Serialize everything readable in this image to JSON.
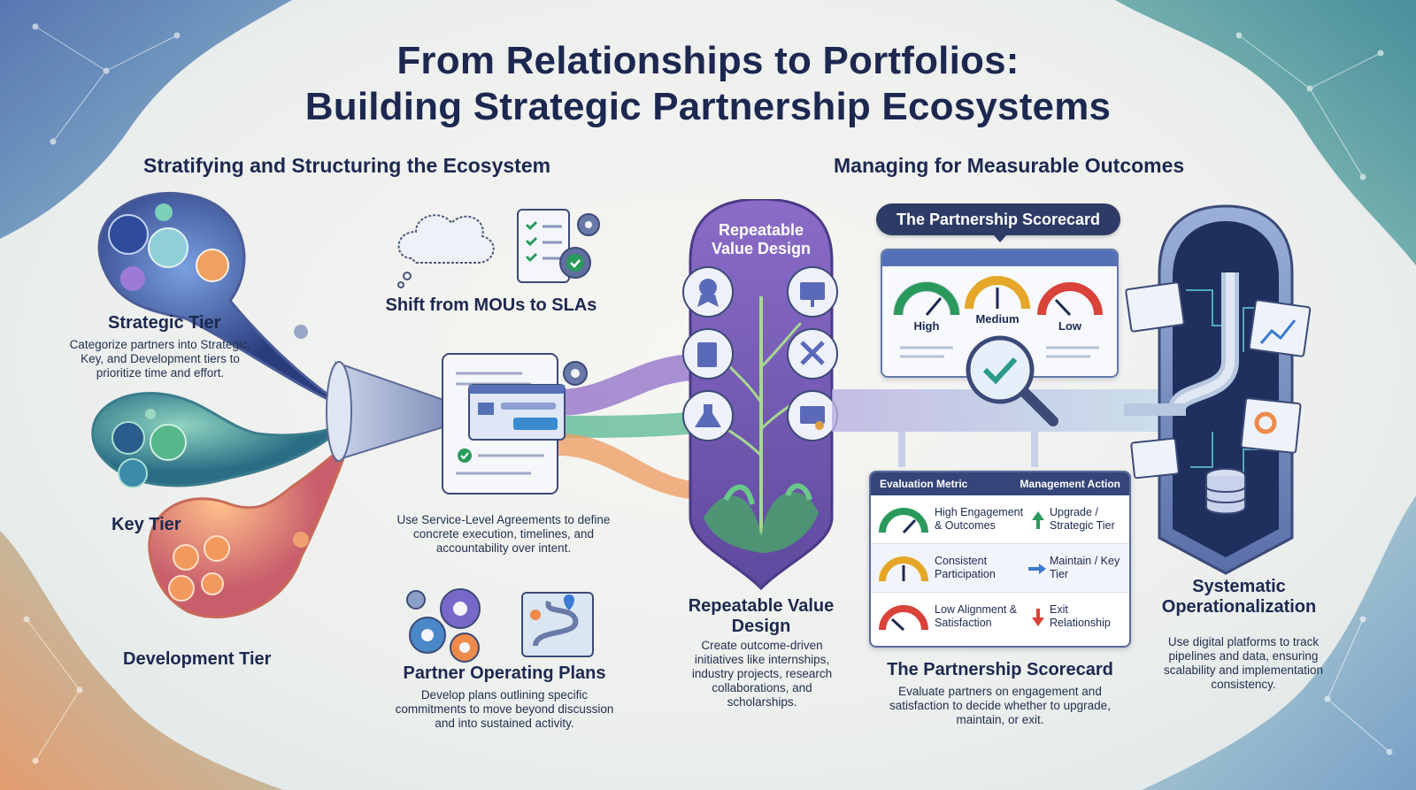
{
  "title": {
    "line1": "From Relationships to Portfolios:",
    "line2": "Building Strategic Partnership Ecosystems"
  },
  "left_section": {
    "heading": "Stratifying and Structuring the Ecosystem",
    "strategic_tier": {
      "label": "Strategic Tier",
      "description": "Categorize partners into Strategic, Key, and Development tiers to prioritize time and effort."
    },
    "key_tier": {
      "label": "Key Tier"
    },
    "development_tier": {
      "label": "Development Tier"
    },
    "mous_to_slas": {
      "label": "Shift from MOUs to SLAs",
      "description": "Use Service-Level Agreements to define concrete execution, timelines, and accountability over intent."
    },
    "operating_plans": {
      "label": "Partner Operating Plans",
      "description": "Develop plans outlining specific commitments to move beyond discussion and into sustained activity."
    }
  },
  "center": {
    "pill_title": "Repeatable Value Design",
    "label": "Repeatable Value Design",
    "description": "Create outcome-driven initiatives like internships, industry projects, research collaborations, and scholarships."
  },
  "right_section": {
    "heading": "Managing for Measurable Outcomes",
    "scorecard_pill": "The Partnership Scorecard",
    "gauges": [
      {
        "label": "High",
        "color": "#2a9a5c"
      },
      {
        "label": "Medium",
        "color": "#e6a627"
      },
      {
        "label": "Low",
        "color": "#d9433a"
      }
    ],
    "table": {
      "col1": "Evaluation Metric",
      "col2": "Management Action",
      "rows": [
        {
          "metric": "High Engagement & Outcomes",
          "action": "Upgrade / Strategic Tier",
          "arrow": "up"
        },
        {
          "metric": "Consistent Participation",
          "action": "Maintain / Key Tier",
          "arrow": "right"
        },
        {
          "metric": "Low Alignment & Satisfaction",
          "action": "Exit Relationship",
          "arrow": "down"
        }
      ]
    },
    "scorecard": {
      "label": "The Partnership Scorecard",
      "description": "Evaluate partners on engagement and satisfaction to decide whether to upgrade, maintain, or exit."
    },
    "operationalization": {
      "label": "Systematic Operationalization",
      "description": "Use digital platforms to track pipelines and data, ensuring scalability and implementation consistency."
    }
  },
  "colors": {
    "navy": "#1c2850",
    "purple": "#7b5fb0",
    "teal": "#3a9a8c",
    "orange": "#e8864a"
  }
}
